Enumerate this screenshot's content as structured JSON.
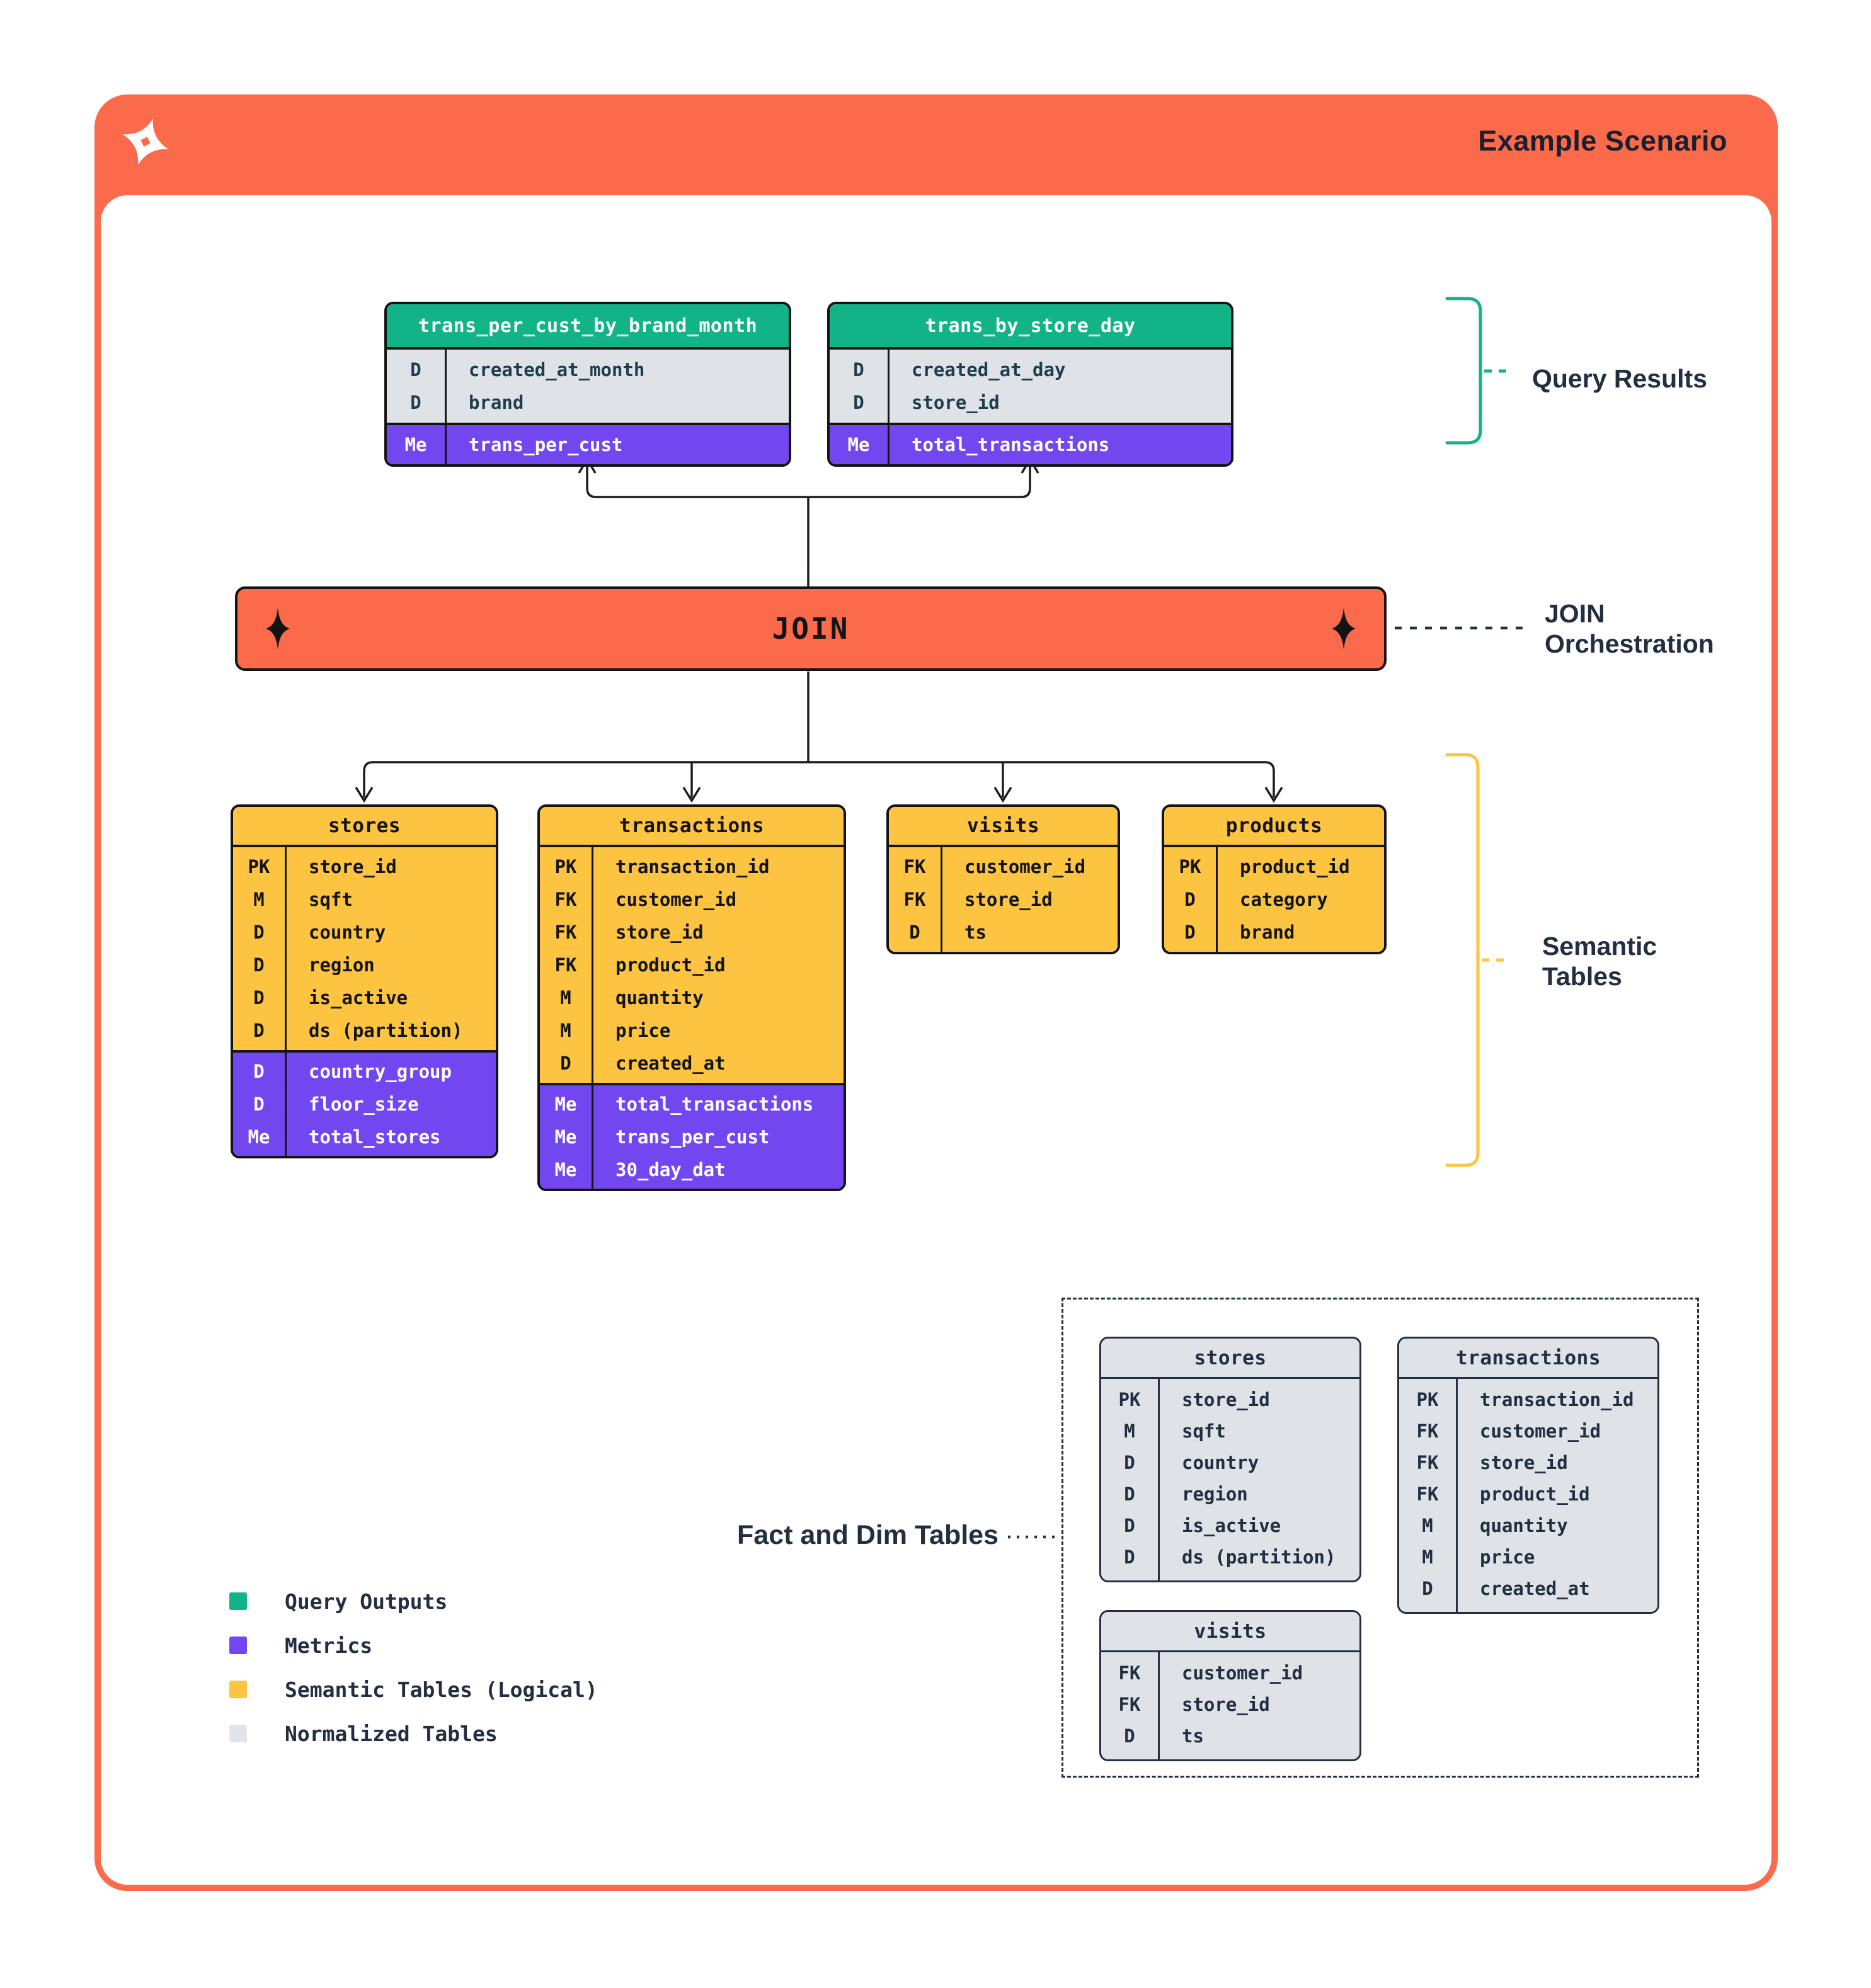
{
  "header": {
    "title": "Example Scenario",
    "logo": "four-point-star-logo"
  },
  "join": {
    "label": "JOIN"
  },
  "labels": {
    "query_results": "Query Results",
    "join_orchestration_line1": "JOIN",
    "join_orchestration_line2": "Orchestration",
    "semantic_line1": "Semantic",
    "semantic_line2": "Tables",
    "fact_and_dim": "Fact and Dim Tables"
  },
  "colors": {
    "orange": "#FB6A4B",
    "green": "#12B487",
    "purple": "#7247F0",
    "yellow": "#FCC441",
    "gray": "#DFE3E8",
    "navy": "#232E40"
  },
  "tables": {
    "result_brand_month": {
      "title": "trans_per_cust_by_brand_month",
      "rows": [
        {
          "t": "D",
          "n": "created_at_month"
        },
        {
          "t": "D",
          "n": "brand"
        },
        {
          "t": "Me",
          "n": "trans_per_cust",
          "m": true
        }
      ]
    },
    "result_store_day": {
      "title": "trans_by_store_day",
      "rows": [
        {
          "t": "D",
          "n": "created_at_day"
        },
        {
          "t": "D",
          "n": "store_id"
        },
        {
          "t": "Me",
          "n": "total_transactions",
          "m": true
        }
      ]
    },
    "stores": {
      "title": "stores",
      "rows": [
        {
          "t": "PK",
          "n": "store_id"
        },
        {
          "t": "M",
          "n": "sqft"
        },
        {
          "t": "D",
          "n": "country"
        },
        {
          "t": "D",
          "n": "region"
        },
        {
          "t": "D",
          "n": "is_active"
        },
        {
          "t": "D",
          "n": "ds (partition)"
        },
        {
          "t": "D",
          "n": "country_group",
          "m": true
        },
        {
          "t": "D",
          "n": "floor_size",
          "m": true
        },
        {
          "t": "Me",
          "n": "total_stores",
          "m": true
        }
      ]
    },
    "transactions": {
      "title": "transactions",
      "rows": [
        {
          "t": "PK",
          "n": "transaction_id"
        },
        {
          "t": "FK",
          "n": "customer_id"
        },
        {
          "t": "FK",
          "n": "store_id"
        },
        {
          "t": "FK",
          "n": "product_id"
        },
        {
          "t": "M",
          "n": "quantity"
        },
        {
          "t": "M",
          "n": "price"
        },
        {
          "t": "D",
          "n": "created_at"
        },
        {
          "t": "Me",
          "n": "total_transactions",
          "m": true
        },
        {
          "t": "Me",
          "n": "trans_per_cust",
          "m": true
        },
        {
          "t": "Me",
          "n": "30_day_dat",
          "m": true
        }
      ]
    },
    "visits": {
      "title": "visits",
      "rows": [
        {
          "t": "FK",
          "n": "customer_id"
        },
        {
          "t": "FK",
          "n": "store_id"
        },
        {
          "t": "D",
          "n": "ts"
        }
      ]
    },
    "products": {
      "title": "products",
      "rows": [
        {
          "t": "PK",
          "n": "product_id"
        },
        {
          "t": "D",
          "n": "category"
        },
        {
          "t": "D",
          "n": "brand"
        }
      ]
    },
    "norm_stores": {
      "title": "stores",
      "rows": [
        {
          "t": "PK",
          "n": "store_id"
        },
        {
          "t": "M",
          "n": "sqft"
        },
        {
          "t": "D",
          "n": "country"
        },
        {
          "t": "D",
          "n": "region"
        },
        {
          "t": "D",
          "n": "is_active"
        },
        {
          "t": "D",
          "n": "ds (partition)"
        }
      ]
    },
    "norm_transactions": {
      "title": "transactions",
      "rows": [
        {
          "t": "PK",
          "n": "transaction_id"
        },
        {
          "t": "FK",
          "n": "customer_id"
        },
        {
          "t": "FK",
          "n": "store_id"
        },
        {
          "t": "FK",
          "n": "product_id"
        },
        {
          "t": "M",
          "n": "quantity"
        },
        {
          "t": "M",
          "n": "price"
        },
        {
          "t": "D",
          "n": "created_at"
        }
      ]
    },
    "norm_visits": {
      "title": "visits",
      "rows": [
        {
          "t": "FK",
          "n": "customer_id"
        },
        {
          "t": "FK",
          "n": "store_id"
        },
        {
          "t": "D",
          "n": "ts"
        }
      ]
    }
  },
  "legend": {
    "items": [
      {
        "label": "Query Outputs",
        "color": "#12B487"
      },
      {
        "label": "Metrics",
        "color": "#7247F0"
      },
      {
        "label": "Semantic Tables (Logical)",
        "color": "#FCC441"
      },
      {
        "label": "Normalized Tables",
        "color": "#E1E4E9"
      }
    ]
  }
}
